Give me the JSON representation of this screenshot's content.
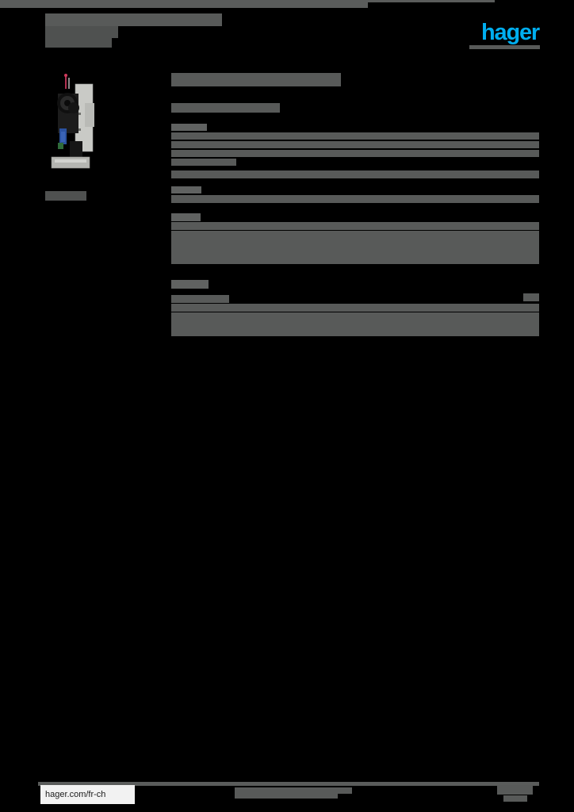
{
  "document": {
    "type": "product-datasheet",
    "page_background": "#000000",
    "redaction_color": "#585a59",
    "brand_color": "#00aeef",
    "note": "All body text on this page is rendered as solid redaction blocks; only the logo wordmark and the footer URL remain legible."
  },
  "header": {
    "title_line_1": "",
    "title_line_2": "",
    "title_line_3": "",
    "logo_text": "hager"
  },
  "figure": {
    "caption": "",
    "alt": "motor-drive mechanism product photo"
  },
  "main": {
    "section_title": "",
    "section_subtitle": "",
    "groups": [
      {
        "label": "",
        "rows": [
          {
            "label": "",
            "value": ""
          },
          {
            "label": "",
            "value": ""
          },
          {
            "label": "",
            "value": ""
          },
          {
            "label": "",
            "value": ""
          }
        ]
      },
      {
        "label": "",
        "rows": [
          {
            "label": "",
            "value": ""
          }
        ]
      },
      {
        "label": "",
        "rows": [
          {
            "label": "",
            "value": ""
          }
        ]
      },
      {
        "label": "",
        "rows": [
          {
            "label": "",
            "value": ""
          },
          {
            "label": "",
            "value": ""
          },
          {
            "label": "",
            "value": ""
          },
          {
            "label": "",
            "value": ""
          },
          {
            "label": "",
            "value": ""
          }
        ]
      },
      {
        "label": "",
        "rows": [
          {
            "label": "",
            "value": ""
          },
          {
            "label": "",
            "value": ""
          },
          {
            "label": "",
            "value": ""
          },
          {
            "label": "",
            "value": ""
          },
          {
            "label": "",
            "value": ""
          }
        ]
      }
    ]
  },
  "footer": {
    "url": "hager.com/fr-ch",
    "center_line_1": "",
    "center_line_2": "",
    "right_line_1": "",
    "right_line_2": ""
  }
}
